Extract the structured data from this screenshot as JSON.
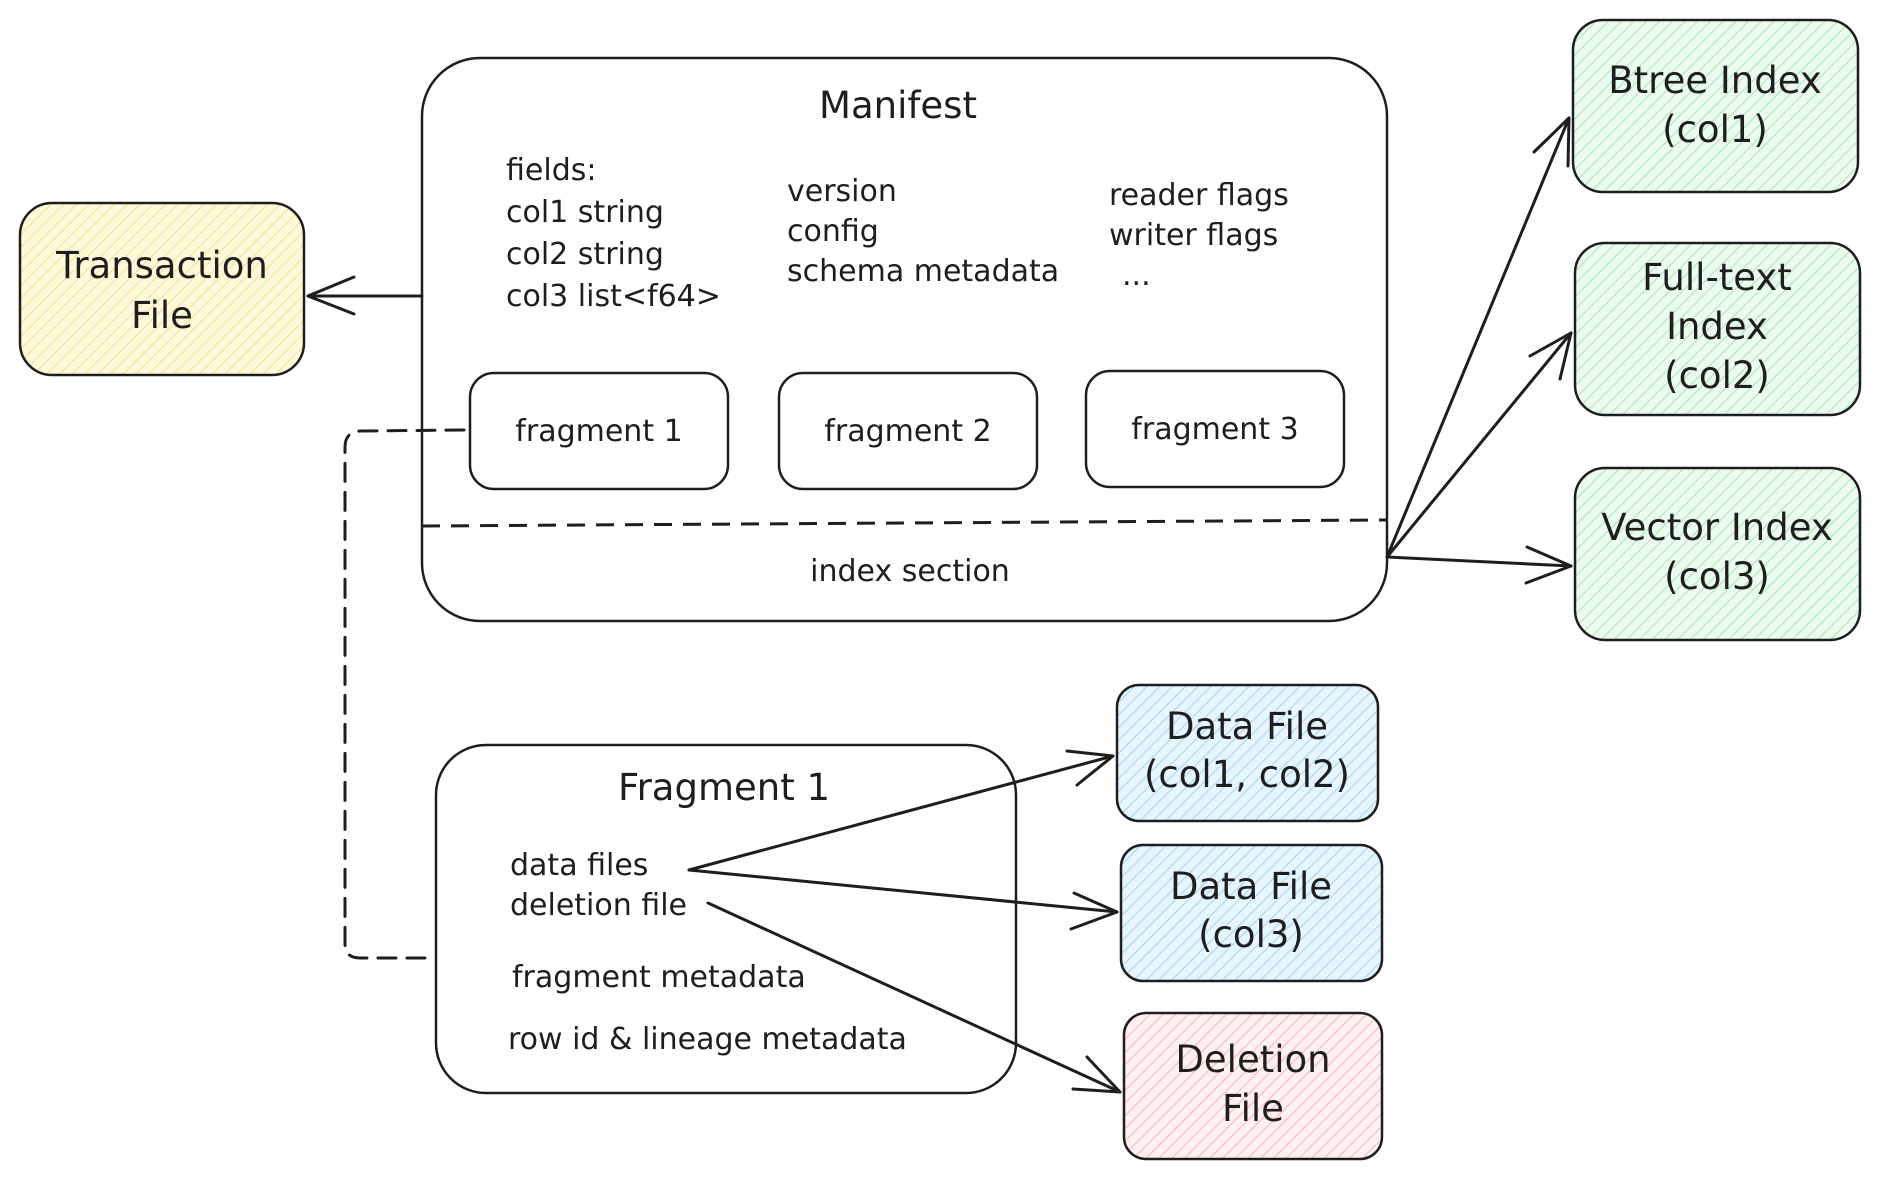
{
  "colors": {
    "stroke": "#1e1e1e",
    "transaction_fill": "#fff3bf",
    "index_fill": "#d3f9d8",
    "data_fill": "#d0ebff",
    "deletion_fill": "#ffdde0"
  },
  "manifest": {
    "title": "Manifest",
    "fields": [
      "fields:",
      "col1 string",
      "col2 string",
      "col3 list<f64>"
    ],
    "meta": [
      "version",
      "config",
      "schema metadata"
    ],
    "flags": [
      "reader flags",
      "writer flags",
      "..."
    ],
    "fragments": [
      "fragment 1",
      "fragment 2",
      "fragment 3"
    ],
    "index_section": "index section"
  },
  "transaction": {
    "lines": [
      "Transaction",
      "File"
    ]
  },
  "indexes": [
    {
      "lines": [
        "Btree Index",
        "(col1)"
      ]
    },
    {
      "lines": [
        "Full-text",
        "Index",
        "(col2)"
      ]
    },
    {
      "lines": [
        "Vector Index",
        "(col3)"
      ]
    }
  ],
  "fragment_detail": {
    "title": "Fragment 1",
    "items": [
      "data files",
      "deletion file",
      "fragment metadata",
      "row id & lineage metadata"
    ]
  },
  "files": [
    {
      "lines": [
        "Data File",
        "(col1, col2)"
      ]
    },
    {
      "lines": [
        "Data File",
        "(col3)"
      ]
    },
    {
      "lines": [
        "Deletion",
        "File"
      ]
    }
  ]
}
